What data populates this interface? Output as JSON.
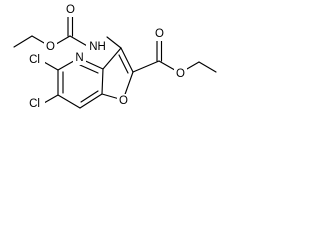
{
  "molecule": {
    "atoms": {
      "nh": "NH",
      "o_carbonyl_carbamate": "O",
      "o_ether_carbamate": "O",
      "n_ring": "N",
      "o_furan": "O",
      "o_carbonyl_ester": "O",
      "o_ether_ester": "O",
      "cl_top": "Cl",
      "cl_bottom": "Cl"
    }
  }
}
